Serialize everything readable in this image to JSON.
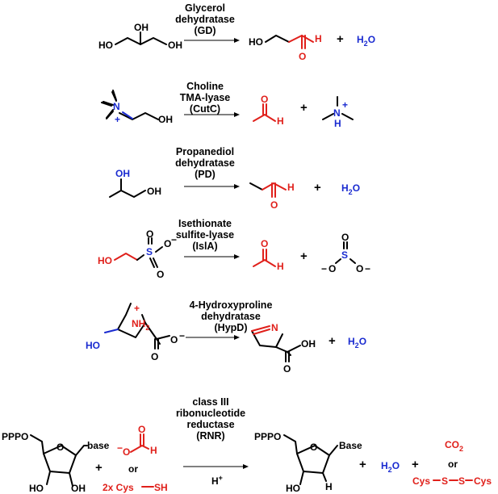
{
  "reactions": [
    {
      "enzyme": [
        "Glycerol",
        "dehydratase",
        "(GD)"
      ],
      "substrate_atoms": {
        "oh1": "HO",
        "oh2": "OH",
        "oh3": "OH"
      },
      "product_atoms": {
        "oh": "HO",
        "h": "H",
        "o": "O"
      },
      "byproduct": "H2O"
    },
    {
      "enzyme": [
        "Choline",
        "TMA-lyase",
        "(CutC)"
      ],
      "substrate_atoms": {
        "n": "N",
        "plus": "+",
        "oh": "OH"
      },
      "product_atoms": {
        "o": "O",
        "h": "H"
      },
      "byproduct_atoms": {
        "n": "N",
        "h": "H",
        "plus": "+"
      }
    },
    {
      "enzyme": [
        "Propanediol",
        "dehydratase",
        "(PD)"
      ],
      "substrate_atoms": {
        "oh1": "OH",
        "oh2": "OH"
      },
      "product_atoms": {
        "h": "H",
        "o": "O"
      },
      "byproduct": "H2O"
    },
    {
      "enzyme": [
        "Isethionate",
        "sulfite-lyase",
        "(IslA)"
      ],
      "substrate_atoms": {
        "ho": "HO",
        "s": "S",
        "o1": "O",
        "o2": "O",
        "o3": "O",
        "minus": "−"
      },
      "product_atoms": {
        "o": "O",
        "h": "H"
      },
      "byproduct_atoms": {
        "s": "S",
        "o1": "O",
        "o2": "O",
        "o3": "O",
        "minus1": "−",
        "minus2": "−"
      }
    },
    {
      "enzyme": [
        "4-Hydroxyproline",
        "dehydratase",
        "(HypD)"
      ],
      "substrate_atoms": {
        "ho": "HO",
        "nh2": "NH2",
        "plus": "+",
        "o1": "O",
        "o2": "O",
        "minus": "−"
      },
      "product_atoms": {
        "n": "N",
        "oh": "OH",
        "o": "O"
      },
      "byproduct": "H2O"
    },
    {
      "enzyme": [
        "class III",
        "ribonucleotide",
        "reductase",
        "(RNR)"
      ],
      "substrate_atoms": {
        "pppo": "PPPO",
        "o": "O",
        "base": "base",
        "oh1": "HO",
        "oh2": "OH"
      },
      "cofactor_a_atoms": {
        "o1": "O",
        "o2": "O",
        "h": "H",
        "minus": "−"
      },
      "or": "or",
      "cofactor_b": "2x Cys",
      "cofactor_b_sh": "SH",
      "below_arrow": "H+",
      "product_atoms": {
        "pppo": "PPPO",
        "o": "O",
        "base": "Base",
        "ho": "HO",
        "h": "H"
      },
      "byproduct": "H2O",
      "co2": "CO2",
      "or2": "or",
      "disulfide": [
        "Cys",
        "S",
        "S",
        "Cys"
      ]
    }
  ],
  "plus_sign": "+",
  "colors": {
    "highlight": "#e0201b",
    "hetero": "#1a2bd0",
    "default": "#000000"
  }
}
